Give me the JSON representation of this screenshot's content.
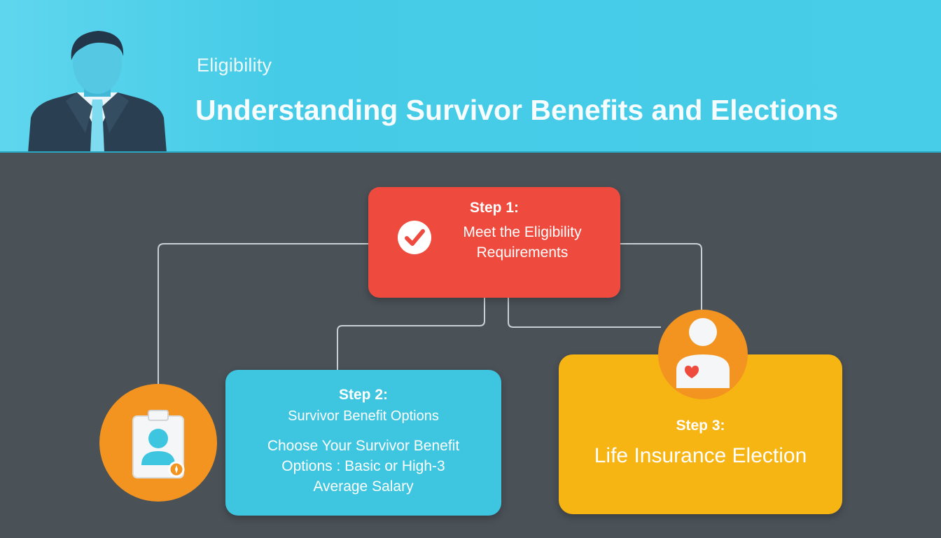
{
  "header": {
    "eyebrow": "Eligibility",
    "title": "Understanding Survivor Benefits and Elections"
  },
  "steps": [
    {
      "label": "Step 1:",
      "lines": [
        "Meet the Eligibility",
        "Requirements"
      ],
      "icon": "check-circle-icon",
      "color": "#ef4a3e"
    },
    {
      "label": "Step 2:",
      "subtitle": "Survivor Benefit Options",
      "lines": [
        "Choose Your Survivor Benefit",
        "Options : Basic or High-3",
        "Average Salary"
      ],
      "icon": "id-badge-icon",
      "color": "#3ec6e1"
    },
    {
      "label": "Step 3:",
      "text": "Life Insurance Election",
      "icon": "person-heart-icon",
      "color": "#f7b514"
    }
  ],
  "colors": {
    "header": "#48cde8",
    "background": "#4a5157",
    "connector": "#c9d0d5",
    "badge": "#f39420"
  }
}
